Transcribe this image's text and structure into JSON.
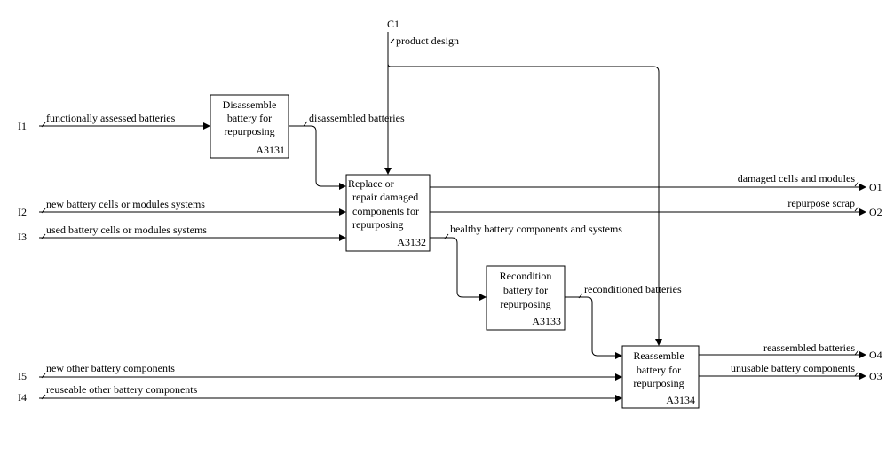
{
  "control": {
    "id": "C1",
    "label": "product design"
  },
  "inputs": [
    {
      "id": "I1",
      "label": "functionally assessed batteries"
    },
    {
      "id": "I2",
      "label": "new battery cells or modules systems"
    },
    {
      "id": "I3",
      "label": "used battery cells or modules systems"
    },
    {
      "id": "I5",
      "label": "new other battery components"
    },
    {
      "id": "I4",
      "label": "reuseable other battery components"
    }
  ],
  "outputs": [
    {
      "id": "O1",
      "label": "damaged cells and modules"
    },
    {
      "id": "O2",
      "label": "repurpose scrap"
    },
    {
      "id": "O4",
      "label": "reassembled batteries"
    },
    {
      "id": "O3",
      "label": "unusable battery components"
    }
  ],
  "boxes": [
    {
      "id": "A3131",
      "lines": [
        "Disassemble",
        "battery for",
        "repurposing"
      ]
    },
    {
      "id": "A3132",
      "lines": [
        "Replace or",
        "repair damaged",
        "components for",
        "repurposing"
      ]
    },
    {
      "id": "A3133",
      "lines": [
        "Recondition",
        "battery for",
        "repurposing"
      ]
    },
    {
      "id": "A3134",
      "lines": [
        "Reassemble",
        "battery for",
        "repurposing"
      ]
    }
  ],
  "flows": {
    "disassembled": "disassembled batteries",
    "healthy": "healthy battery components and systems",
    "reconditioned": "reconditioned batteries"
  }
}
